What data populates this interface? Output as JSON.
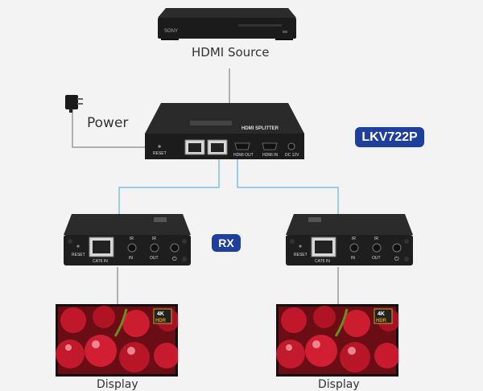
{
  "source": {
    "label": "HDMI Source",
    "brand": "SONY"
  },
  "power": {
    "label": "Power"
  },
  "splitter": {
    "model_badge": "LKV722P",
    "panel_text": "HDMI SPLITTER",
    "port_reset": "RESET",
    "port_hdmi_out": "HDMI OUT",
    "port_hdmi_in": "HDMI IN",
    "port_dc": "DC 12V"
  },
  "rx_badge": "RX",
  "receivers": [
    {
      "reset": "RESET",
      "cat6": "CAT6 IN",
      "ir_in_top": "IR",
      "ir_in": "IN",
      "ir_out_top": "IR",
      "ir_out": "OUT"
    },
    {
      "reset": "RESET",
      "cat6": "CAT6 IN",
      "ir_in_top": "IR",
      "ir_in": "IN",
      "ir_out_top": "IR",
      "ir_out": "OUT"
    }
  ],
  "displays": [
    {
      "label": "Display",
      "tag_4k": "4K",
      "tag_hdr": "HDR"
    },
    {
      "label": "Display",
      "tag_4k": "4K",
      "tag_hdr": "HDR"
    }
  ],
  "colors": {
    "badge": "#1f3f9c",
    "wire_blue": "#7fc0e8",
    "wire_gray": "#999999"
  }
}
